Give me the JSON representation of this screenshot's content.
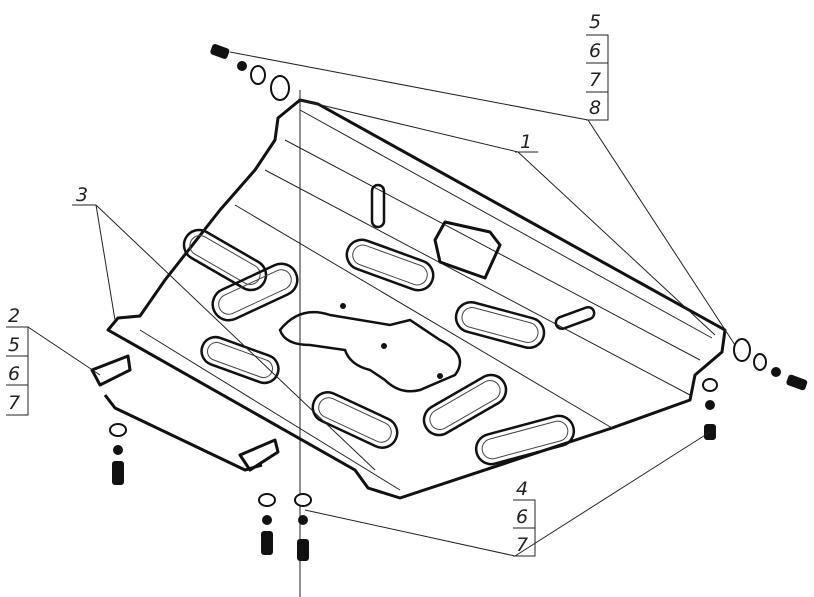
{
  "callouts": {
    "top_right": [
      "5",
      "6",
      "7",
      "8"
    ],
    "part_1": "1",
    "part_3": "3",
    "left": [
      "2",
      "5",
      "6",
      "7"
    ],
    "bottom_right": [
      "4",
      "6",
      "7"
    ]
  }
}
